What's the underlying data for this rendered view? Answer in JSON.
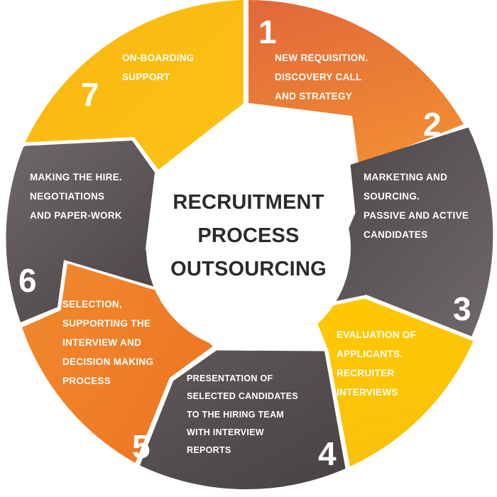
{
  "diagram": {
    "title_lines": [
      "RECRUITMENT",
      "PROCESS",
      "OUTSOURCING"
    ],
    "center_title": "RECRUITMENT PROCESS OUTSOURCING",
    "type": "circular-process-wheel",
    "segment_count": 7,
    "colors": {
      "orange_dark": "#E5733A",
      "orange": "#F0822A",
      "yellow": "#FFC400",
      "amber": "#FBB713",
      "gray_dark": "#534B4D",
      "gray": "#5F595B",
      "gray_light": "#6B6568",
      "text_light": "#FFFFFF",
      "text_dark": "#2B2B2B",
      "background": "#FFFFFF"
    },
    "segments": [
      {
        "number": "1",
        "color": "#E5733A",
        "text": "NEW REQUISITION.\nDISCOVERY CALL\nAND STRATEGY",
        "lines": [
          "NEW REQUISITION.",
          "DISCOVERY CALL",
          "AND STRATEGY"
        ]
      },
      {
        "number": "2",
        "color": "#5F595B",
        "text": "MARKETING AND\nSOURCING.\nPASSIVE AND ACTIVE\nCANDIDATES",
        "lines": [
          "MARKETING AND",
          "SOURCING.",
          "PASSIVE AND ACTIVE",
          "CANDIDATES"
        ]
      },
      {
        "number": "3",
        "color": "#FFC400",
        "text": "EVALUATION OF\nAPPLICANTS.\nRECRUITER\nINTERVIEWS",
        "lines": [
          "EVALUATION OF",
          "APPLICANTS.",
          "RECRUITER",
          "INTERVIEWS"
        ]
      },
      {
        "number": "4",
        "color": "#534B4D",
        "text": "PRESENTATION OF\nSELECTED CANDIDATES\nTO THE HIRING TEAM\nWITH INTERVIEW\nREPORTS",
        "lines": [
          "PRESENTATION OF",
          "SELECTED CANDIDATES",
          "TO THE HIRING TEAM",
          "WITH INTERVIEW",
          "REPORTS"
        ]
      },
      {
        "number": "5",
        "color": "#F0822A",
        "text": "SELECTION,\nSUPPORTING THE\nINTERVIEW AND\nDECISION MAKING\nPROCESS",
        "lines": [
          "SELECTION,",
          "SUPPORTING THE",
          "INTERVIEW AND",
          "DECISION MAKING",
          "PROCESS"
        ]
      },
      {
        "number": "6",
        "color": "#5A5254",
        "text": "MAKING THE HIRE.\nNEGOTIATIONS\nAND PAPER-WORK",
        "lines": [
          "MAKING THE HIRE.",
          "NEGOTIATIONS",
          "AND PAPER-WORK"
        ]
      },
      {
        "number": "7",
        "color": "#FBB713",
        "text": "ON-BOARDING\nSUPPORT",
        "lines": [
          "ON-BOARDING",
          "SUPPORT"
        ]
      }
    ]
  }
}
